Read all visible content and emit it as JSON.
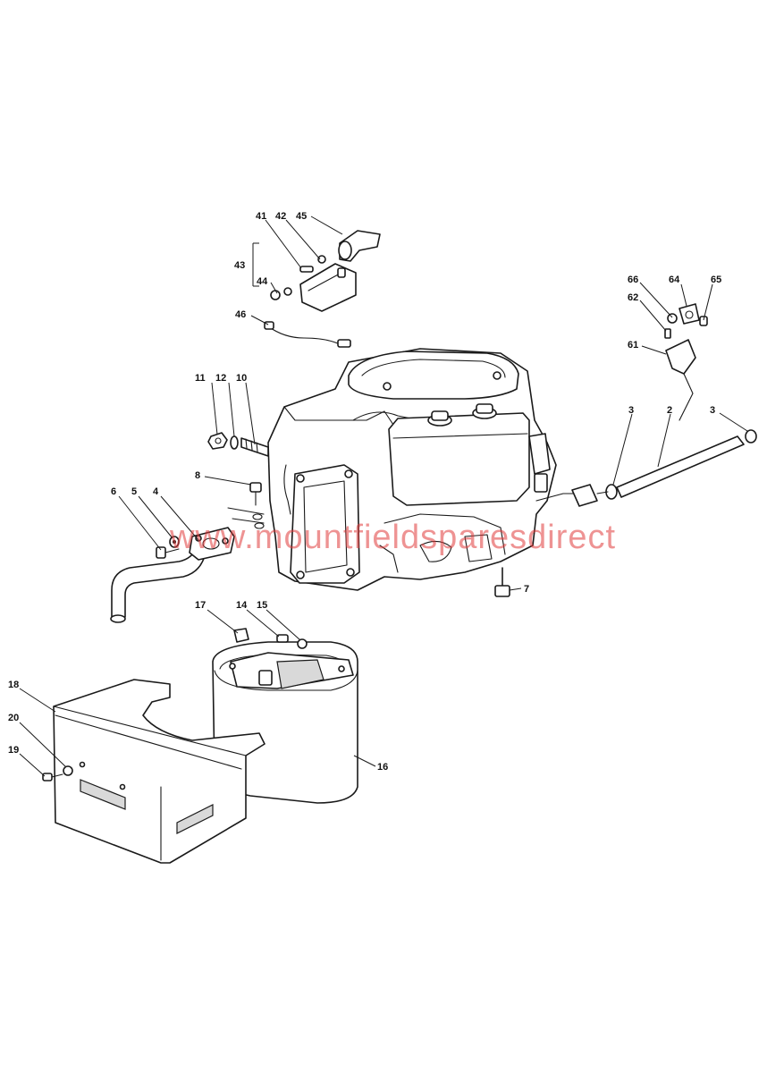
{
  "watermark": "www.mountfieldsparesdirect",
  "callouts": {
    "c41": "41",
    "c42": "42",
    "c45": "45",
    "c43": "43",
    "c44": "44",
    "c46": "46",
    "c66": "66",
    "c64": "64",
    "c65": "65",
    "c62": "62",
    "c61": "61",
    "c11": "11",
    "c12": "12",
    "c10": "10",
    "c8": "8",
    "c3a": "3",
    "c2": "2",
    "c3b": "3",
    "c6": "6",
    "c5": "5",
    "c4": "4",
    "c7": "7",
    "c17": "17",
    "c14": "14",
    "c15": "15",
    "c18": "18",
    "c20": "20",
    "c19": "19",
    "c16": "16"
  },
  "colors": {
    "line": "#1a1a1a",
    "watermark": "#e03a3a",
    "shade": "#d9d9d9"
  }
}
